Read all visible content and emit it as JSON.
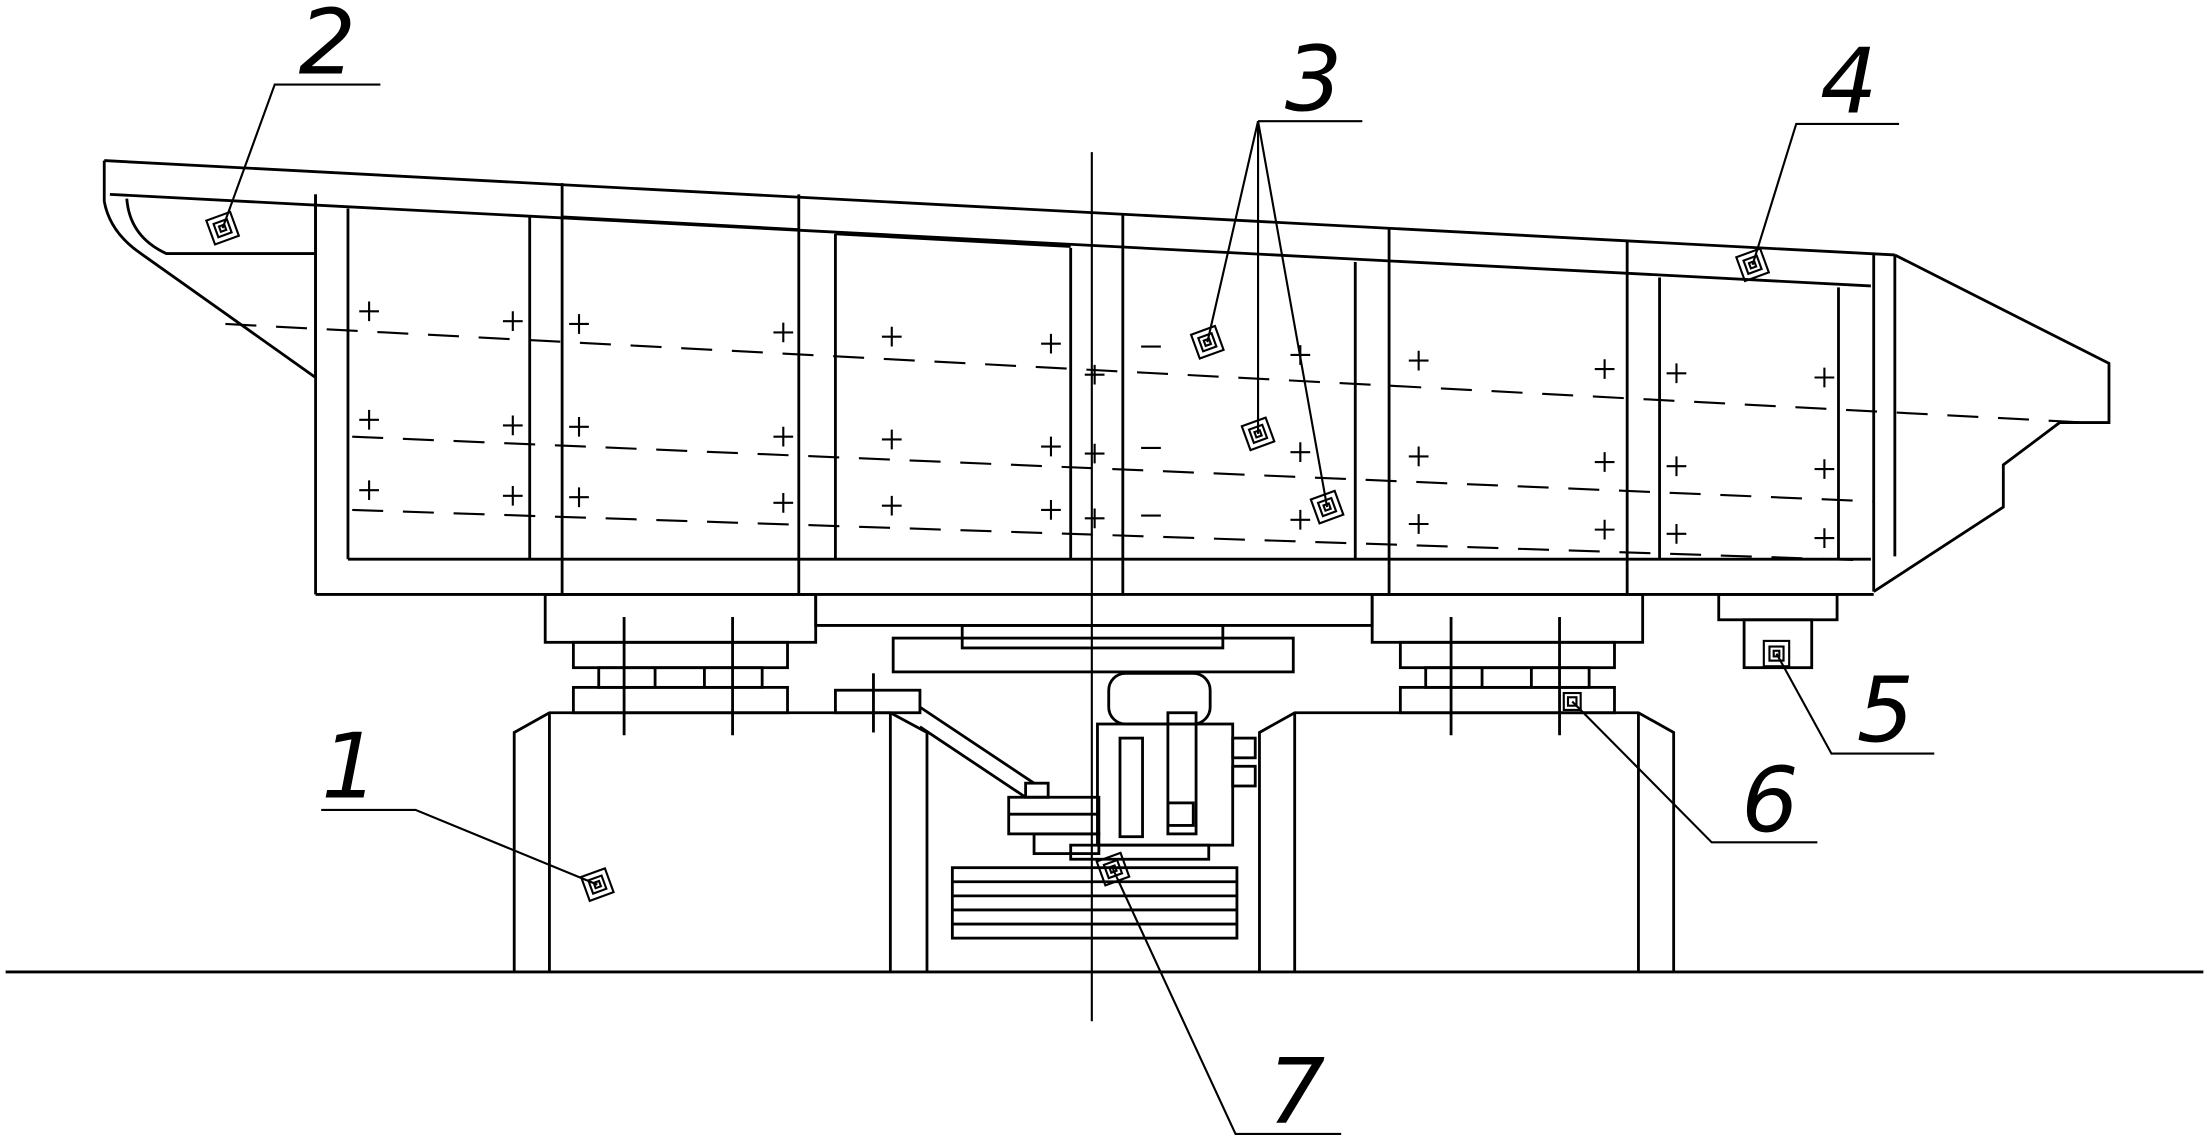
{
  "drawing": {
    "line_color": "#000000",
    "background": "#ffffff",
    "callouts": [
      {
        "id": "1",
        "label": "1"
      },
      {
        "id": "2",
        "label": "2"
      },
      {
        "id": "3",
        "label": "3"
      },
      {
        "id": "4",
        "label": "4"
      },
      {
        "id": "5",
        "label": "5"
      },
      {
        "id": "6",
        "label": "6"
      },
      {
        "id": "7",
        "label": "7"
      }
    ]
  }
}
